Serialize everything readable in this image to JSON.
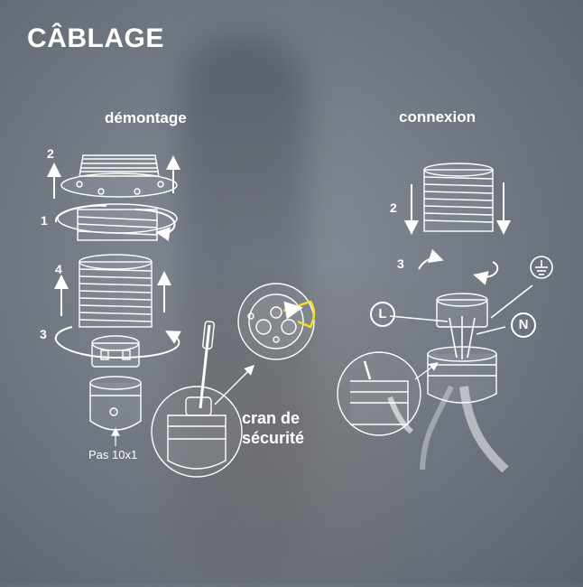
{
  "title": "CÂBLAGE",
  "sections": {
    "disassembly": "démontage",
    "connection": "connexion"
  },
  "disassembly_steps": [
    "1",
    "2",
    "3",
    "4"
  ],
  "connection_steps": [
    "2",
    "3"
  ],
  "safety_note_line1": "cran de",
  "safety_note_line2": "sécurité",
  "thread_label": "Pas 10x1",
  "terminals": {
    "live": "L",
    "neutral": "N",
    "earth_icon": "ground-icon"
  },
  "colors": {
    "highlight": "#f0e02a",
    "line_art": "#ffffff"
  }
}
